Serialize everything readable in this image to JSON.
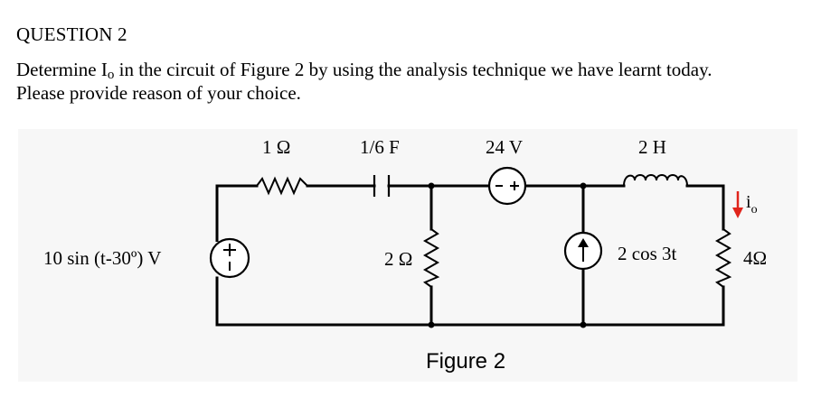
{
  "question": {
    "title": "QUESTION 2",
    "line1_prefix": "Determine I",
    "line1_sub": "o",
    "line1_suffix": " in the circuit of Figure 2 by using the analysis technique we have learnt today.",
    "line2": "Please provide reason of your choice."
  },
  "figure": {
    "caption": "Figure 2",
    "labels": {
      "resistor_1": "1 Ω",
      "capacitor": "1/6 F",
      "voltage_source_24": "24 V",
      "inductor": "2 H",
      "ac_source": "10 sin (t-30º) V",
      "resistor_2": "2 Ω",
      "current_source": "2 cos 3t",
      "resistor_4": "4Ω",
      "current_main": "i",
      "current_sub": "o"
    },
    "colors": {
      "wire": "#000000",
      "current_arrow": "#e0241b",
      "panel": "#f7f7f7"
    }
  }
}
